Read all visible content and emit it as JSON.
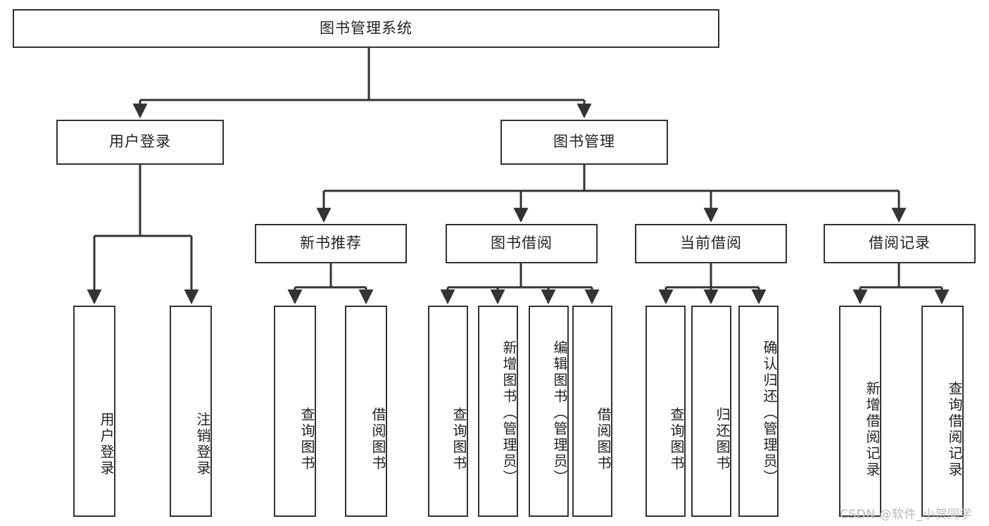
{
  "diagram": {
    "type": "tree-hierarchy",
    "orientation": "top-down",
    "root": {
      "label": "图书管理系统"
    },
    "level2": [
      {
        "label": "用户登录"
      },
      {
        "label": "图书管理"
      }
    ],
    "level3": [
      {
        "label": "新书推荐"
      },
      {
        "label": "图书借阅"
      },
      {
        "label": "当前借阅"
      },
      {
        "label": "借阅记录"
      }
    ],
    "leaves": {
      "user_login": [
        {
          "label": "用户登录"
        },
        {
          "label": "注销登录"
        }
      ],
      "new_book_recommend": [
        {
          "label": "查询图书"
        },
        {
          "label": "借阅图书"
        }
      ],
      "book_borrow": [
        {
          "label": "查询图书"
        },
        {
          "label": "新增图书（管理员）"
        },
        {
          "label": "编辑图书（管理员）"
        },
        {
          "label": "借阅图书"
        }
      ],
      "current_borrow": [
        {
          "label": "查询图书"
        },
        {
          "label": "归还图书"
        },
        {
          "label": "确认归还（管理员）"
        }
      ],
      "borrow_record": [
        {
          "label": "新增借阅记录"
        },
        {
          "label": "查询借阅记录"
        }
      ]
    },
    "watermark": {
      "text": "CSDN @软件_小贺同学"
    },
    "colors": {
      "stroke": "#333333",
      "fill": "#ffffff",
      "text": "#222222",
      "watermark": "#b9b9b9"
    }
  }
}
